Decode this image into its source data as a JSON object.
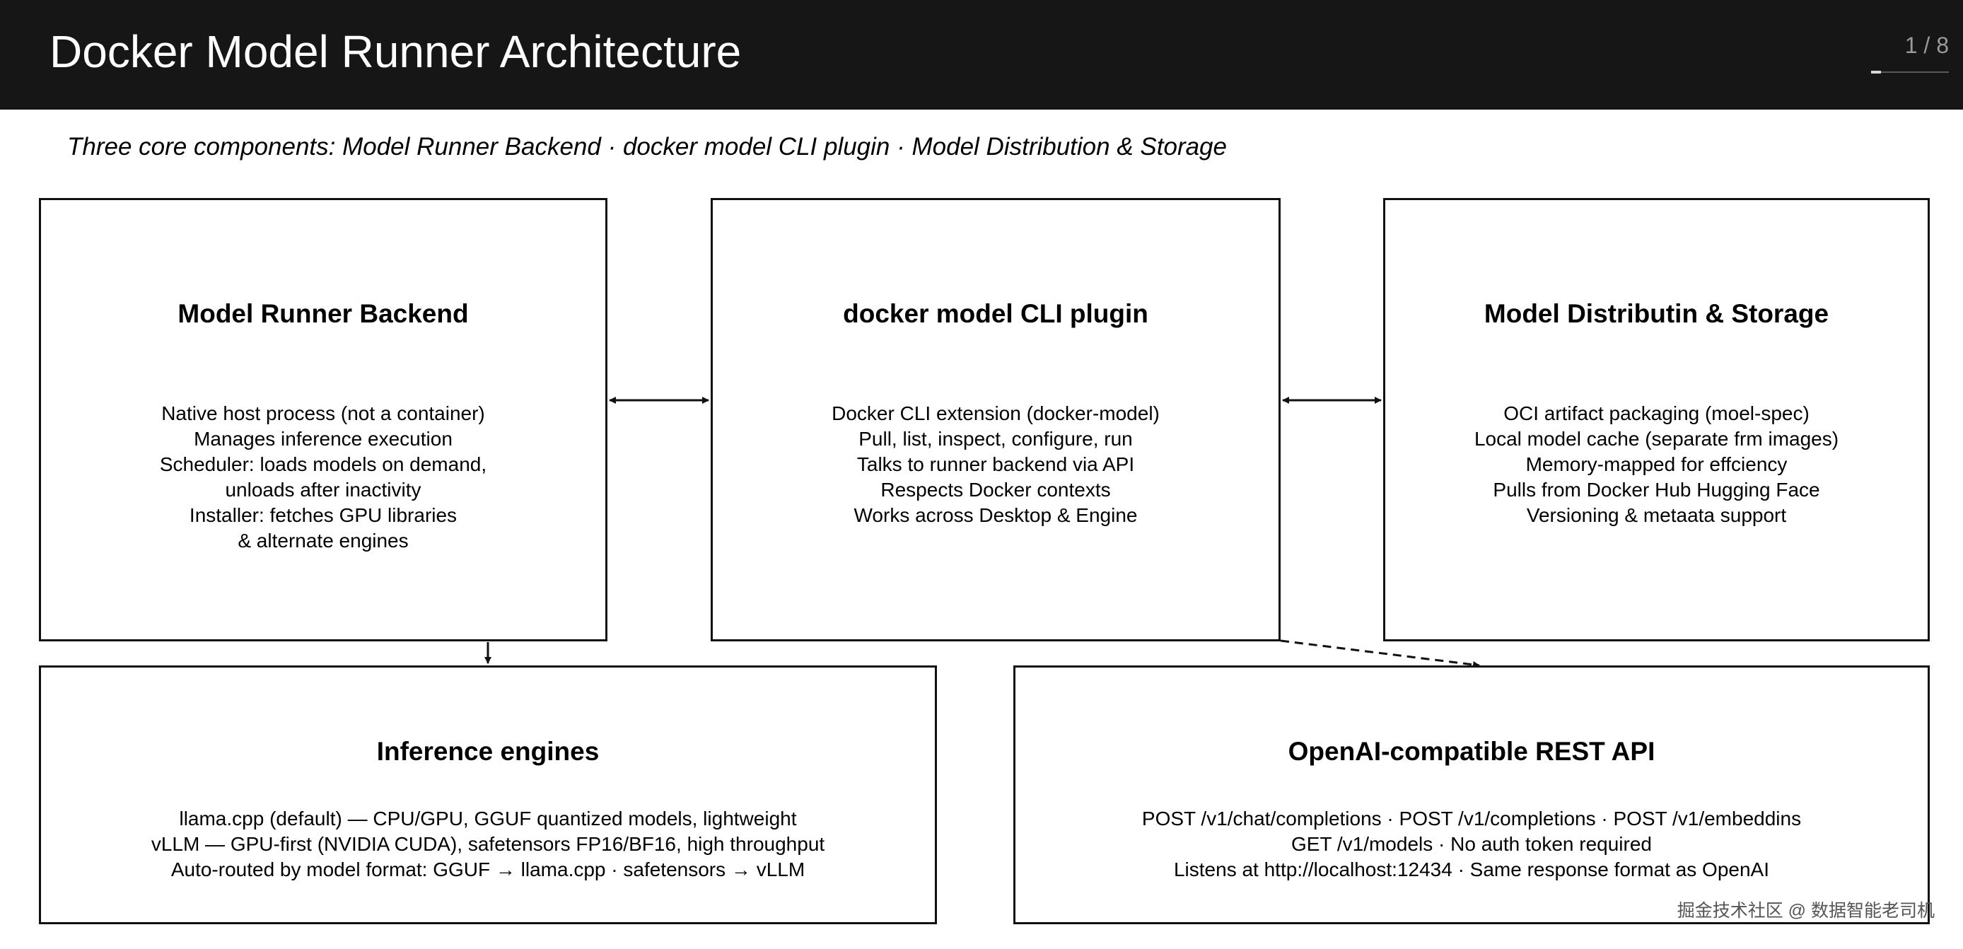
{
  "header": {
    "title": "Docker Model Runner Architecture",
    "page_counter": "1 / 8",
    "progress_fraction": 0.125
  },
  "subtitle": "Three core components: Model Runner Backend · docker model CLI plugin · Model Distribution & Storage",
  "boxes": {
    "backend": {
      "title": "Model Runner Backend",
      "lines": [
        "Native host process (not a container)",
        "Manages inference execution",
        "Scheduler: loads models on demand,",
        "unloads after inactivity",
        "Installer: fetches GPU libraries",
        "& alternate engines"
      ]
    },
    "cli": {
      "title": "docker model CLI plugin",
      "lines": [
        "Docker CLI extension (docker-model)",
        "Pull, list, inspect, configure, run",
        "Talks to runner backend via API",
        "Respects Docker contexts",
        "Works across Desktop & Engine"
      ]
    },
    "storage": {
      "title": "Model Distributin & Storage",
      "lines": [
        "OCI artifact packaging (moel-spec)",
        "Local model cache (separate frm images)",
        "Memory-mapped for effciency",
        "Pulls from Docker Hub Hugging Face",
        "Versioning & metaata support"
      ]
    },
    "engines": {
      "title": "Inference engines",
      "lines": [
        "llama.cpp (default) — CPU/GPU, GGUF quantized models, lightweight",
        "vLLM — GPU-first (NVIDIA CUDA), safetensors FP16/BF16, high throughput",
        "Auto-routed by model format: GGUF → llama.cpp · safetensors → vLLM"
      ]
    },
    "api": {
      "title": "OpenAI-compatible REST API",
      "lines": [
        "POST /v1/chat/completions · POST /v1/completions · POST /v1/embeddins",
        "GET /v1/models · No auth token required",
        "Listens at http://localhost:12434 · Same response format as OpenAI"
      ]
    }
  },
  "connectors": [
    {
      "from": "backend",
      "to": "cli",
      "style": "solid",
      "arrows": "both"
    },
    {
      "from": "cli",
      "to": "storage",
      "style": "solid",
      "arrows": "both"
    },
    {
      "from": "backend",
      "to": "engines",
      "style": "solid",
      "arrows": "end"
    },
    {
      "from": "cli",
      "to": "api",
      "style": "dashed",
      "arrows": "end"
    }
  ],
  "watermark": "掘金技术社区 @ 数据智能老司机",
  "colors": {
    "header_bg": "#161616",
    "header_text": "#ffffff",
    "border": "#111111",
    "text": "#000000"
  }
}
